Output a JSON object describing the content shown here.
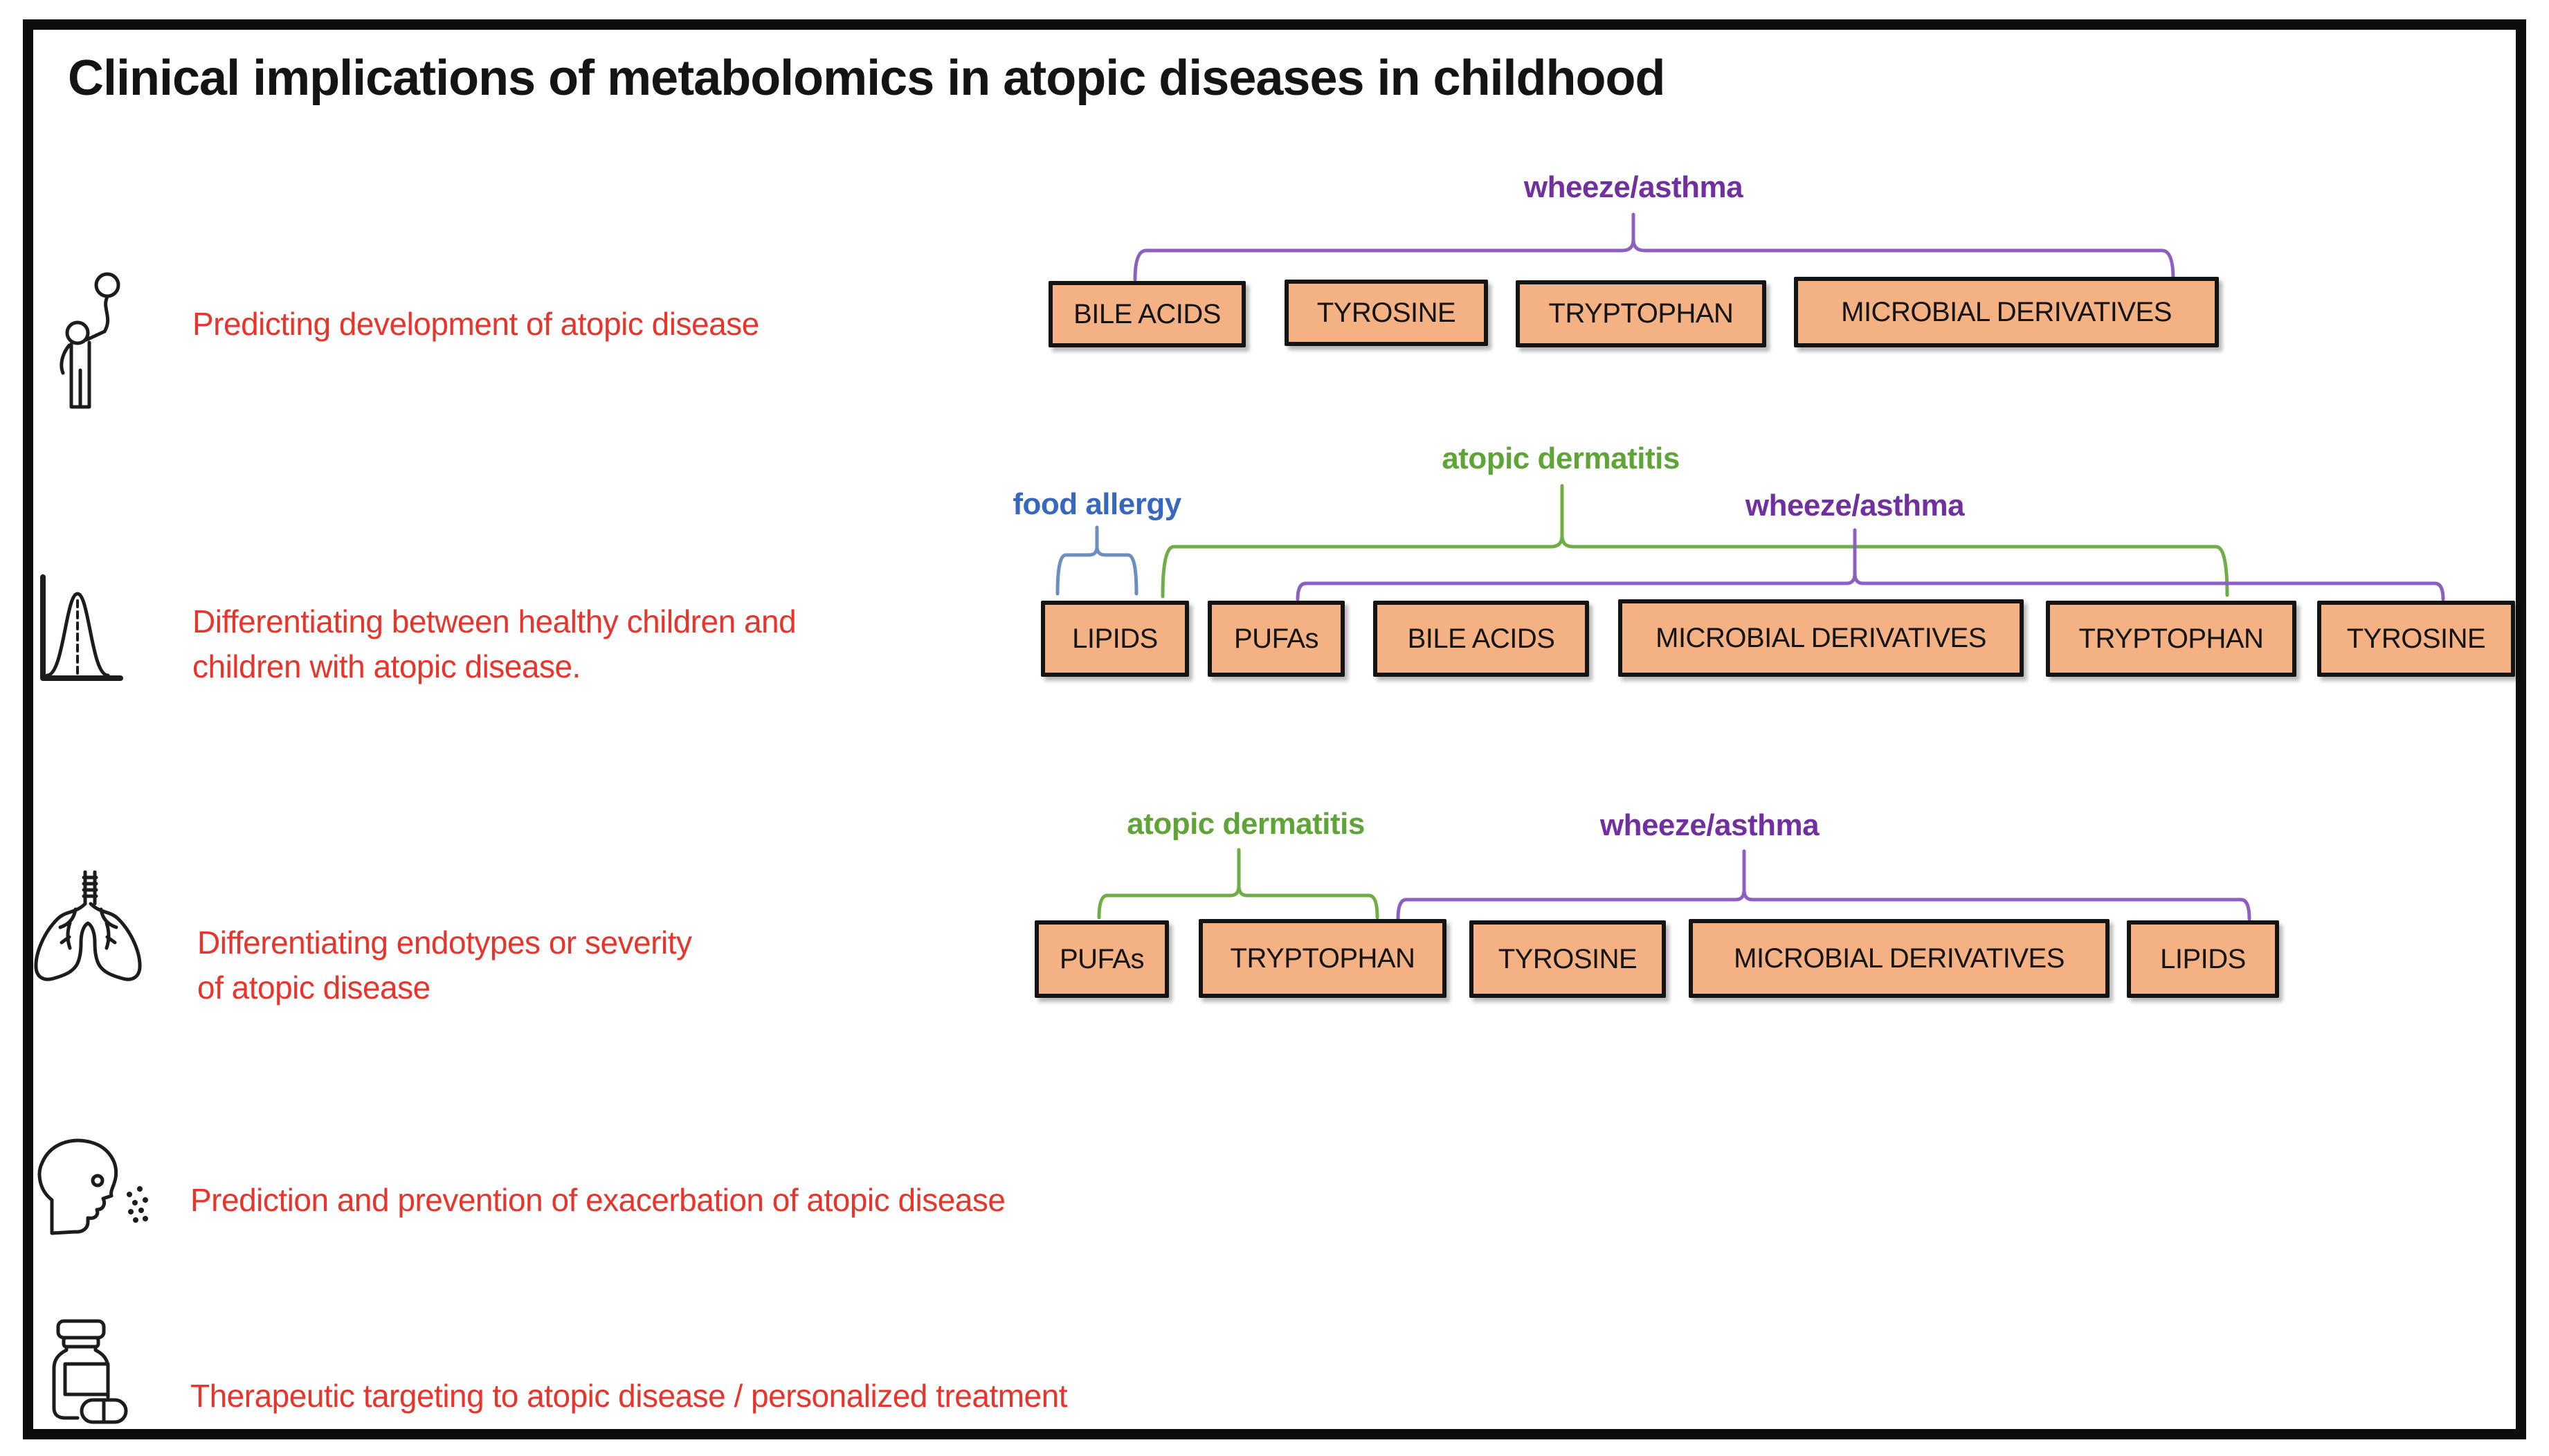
{
  "title": "Clinical implications of metabolomics in atopic diseases in childhood",
  "colors": {
    "red_text": "#E8342A",
    "purple": "#7030A0",
    "green": "#70AD47",
    "blue": "#4472C4",
    "box_fill": "#F4B183",
    "box_border": "#141414",
    "brace_purple": "#8C5FC0",
    "brace_green": "#70AD47",
    "brace_blue": "#6C8EBF"
  },
  "sections": [
    {
      "icon": "child-balloon-icon",
      "lines": [
        "Predicting development of atopic disease"
      ]
    },
    {
      "icon": "bell-curve-icon",
      "lines": [
        "Differentiating between healthy children and",
        "children with atopic disease."
      ]
    },
    {
      "icon": "lungs-icon",
      "lines": [
        "Differentiating endotypes or severity",
        "of atopic disease"
      ]
    },
    {
      "icon": "sneezing-head-icon",
      "lines": [
        "Prediction and prevention of exacerbation of atopic disease"
      ]
    },
    {
      "icon": "medicine-bottle-icon",
      "lines": [
        "Therapeutic targeting to atopic disease / personalized treatment"
      ]
    }
  ],
  "row1": {
    "wheeze_label": "wheeze/asthma",
    "boxes": [
      "BILE ACIDS",
      "TYROSINE",
      "TRYPTOPHAN",
      "MICROBIAL DERIVATIVES"
    ]
  },
  "row2": {
    "food_label": "food allergy",
    "dermatitis_label": "atopic dermatitis",
    "wheeze_label": "wheeze/asthma",
    "boxes": [
      "LIPIDS",
      "PUFAs",
      "BILE ACIDS",
      "MICROBIAL DERIVATIVES",
      "TRYPTOPHAN",
      "TYROSINE"
    ]
  },
  "row3": {
    "dermatitis_label": "atopic dermatitis",
    "wheeze_label": "wheeze/asthma",
    "boxes": [
      "PUFAs",
      "TRYPTOPHAN",
      "TYROSINE",
      "MICROBIAL DERIVATIVES",
      "LIPIDS"
    ]
  }
}
